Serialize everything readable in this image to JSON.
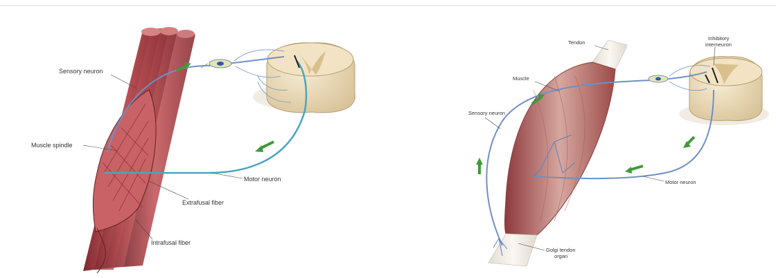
{
  "panels": {
    "left": {
      "labels": {
        "sensory_neuron": "Sensory neuron",
        "muscle_spindle": "Muscle spindle",
        "motor_neuron": "Motor neuron",
        "extrafusal_fiber": "Extrafusal fiber",
        "intrafusal_fiber": "Intrafusal fiber"
      }
    },
    "right": {
      "labels": {
        "tendon": "Tendon",
        "inhibitory_interneuron_1": "Inhibitory",
        "inhibitory_interneuron_2": "interneuron",
        "muscle": "Muscle",
        "sensory_neuron": "Sensory neuron",
        "motor_neuron": "Motor neuron",
        "golgi_tendon_organ_1": "Golgi tendon",
        "golgi_tendon_organ_2": "organ"
      }
    }
  },
  "colors": {
    "muscle_red": "#b5474d",
    "muscle_dark": "#7e2a30",
    "tendon": "#f3efe9",
    "spinal_cord": "#e8d9b8",
    "nerve_blue": "#6f8fc3",
    "arrow_green": "#3f9a3a"
  }
}
